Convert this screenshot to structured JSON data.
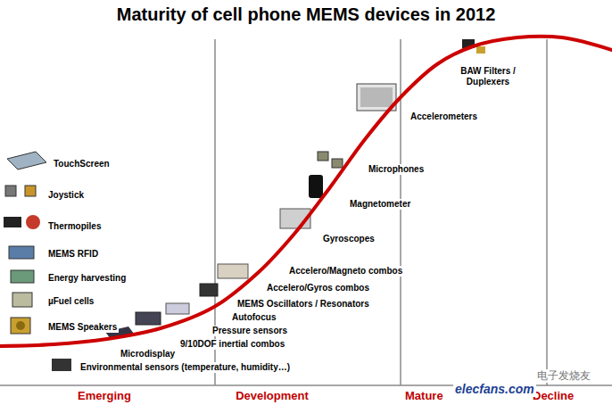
{
  "diagram": {
    "title": "Maturity of cell phone MEMS devices in 2012",
    "labels": [
      "TouchScreen",
      "Joystick",
      "Thermopiles",
      "MEMS RFID",
      "Energy harvesting",
      "µFuel cells",
      "MEMS Speakers",
      "Microdisplay",
      "Environmental sensors (temperature, humidity…)",
      "9/10DOF inertial combos",
      "Pressure sensors",
      "Autofocus",
      "MEMS Oscillators / Resonators",
      "Accelero/Gyros combos",
      "Accelero/Magneto combos",
      "Gyroscopes",
      "Magnetometer",
      "Microphones",
      "Accelerometers",
      "BAW Filters / Duplexers",
      "Emerging",
      "Development",
      "Mature",
      "Decline",
      "elecfans.com",
      "电子发烧友"
    ]
  }
}
